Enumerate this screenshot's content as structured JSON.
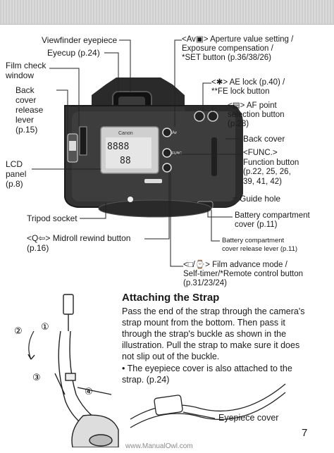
{
  "labels": {
    "viewfinder": "Viewfinder eyepiece",
    "eyecup": "Eyecup (p.24)",
    "filmcheck": "Film check\nwindow",
    "backcover": "Back\ncover\nrelease\nlever\n(p.15)",
    "lcd": "LCD\npanel\n(p.8)",
    "tripod": "Tripod socket",
    "midroll": "Midroll rewind button",
    "midroll_page": "(p.16)",
    "aperture": "<Av▣> Aperture value setting /\nExposure compensation /\n*SET button (p.36/38/26)",
    "aelock": "<✱> AE lock (p.40) /\n**FE lock button",
    "afpoint": "<▤> AF point\nselection button\n(p.28)",
    "backcover_r": "Back cover",
    "func": "<FUNC.>\nFunction button\n(p.22, 25, 26,\n39, 41, 42)",
    "guide": "Guide hole",
    "battery": "Battery compartment\ncover (p.11)",
    "battery_lever": "Battery compartment\ncover release lever (p.11)",
    "filmadvance": "<□/⌚> Film advance mode /\nSelf-timer/*Remote control button\n(p.31/23/24)"
  },
  "strap": {
    "heading": "Attaching the Strap",
    "paragraph": "Pass the end of the strap through the camera's strap mount from the bottom. Then pass it through the strap's buckle as shown in the illustration. Pull the strap to make sure it does not slip out of the buckle.",
    "bullet": "• The eyepiece cover is also attached to the strap. (p.24)",
    "eyepiece_cover": "Eyepiece cover",
    "steps": [
      "①",
      "②",
      "③",
      "④"
    ]
  },
  "camera_text": {
    "brand": "Canon",
    "lcd_digits": "8888",
    "lcd_digits2": "88",
    "func": "FUNC",
    "av": "Av"
  },
  "page_number": "7",
  "watermark": "www.ManualOwl.com"
}
